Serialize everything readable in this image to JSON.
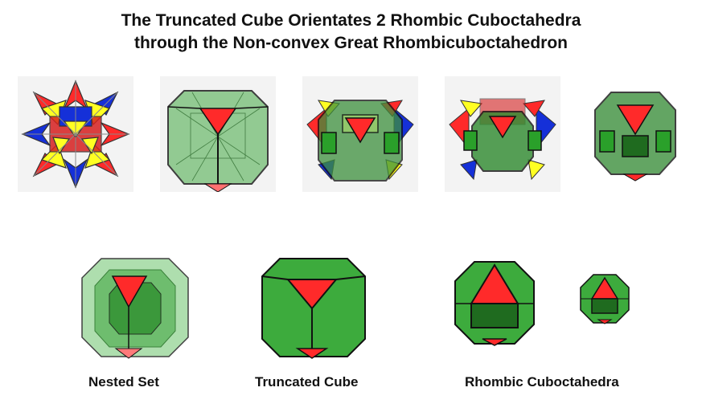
{
  "title": {
    "line1": "The Truncated Cube Orientates 2 Rhombic Cuboctahedra",
    "line2": "through the Non-convex Great Rhombicuboctahedron"
  },
  "captions": {
    "nested": "Nested Set",
    "truncated": "Truncated Cube",
    "rhombic": "Rhombic Cuboctahedra"
  },
  "colors": {
    "green": "#3dab3d",
    "green_dark": "#1f6b1f",
    "red": "#ff2a2a",
    "blue": "#1530d8",
    "yellow": "#ffff22",
    "edge": "#111111",
    "tile_bg": "#f3f3f3"
  }
}
